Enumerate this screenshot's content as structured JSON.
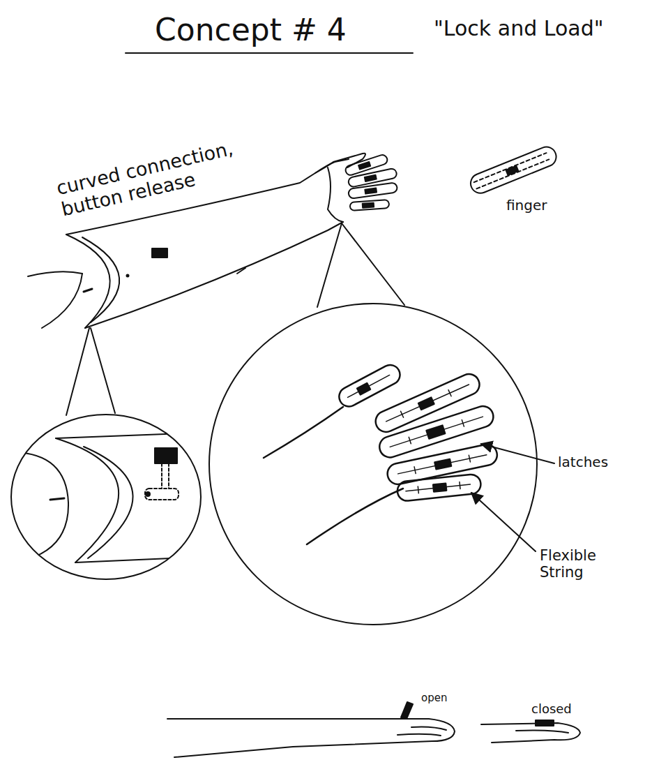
{
  "diagram": {
    "title": "Concept # 4",
    "labels": [
      "\"Lock and Load\"",
      "curved connection, button release",
      "finger",
      "latches",
      "Flexible String",
      "open",
      "closed"
    ]
  }
}
